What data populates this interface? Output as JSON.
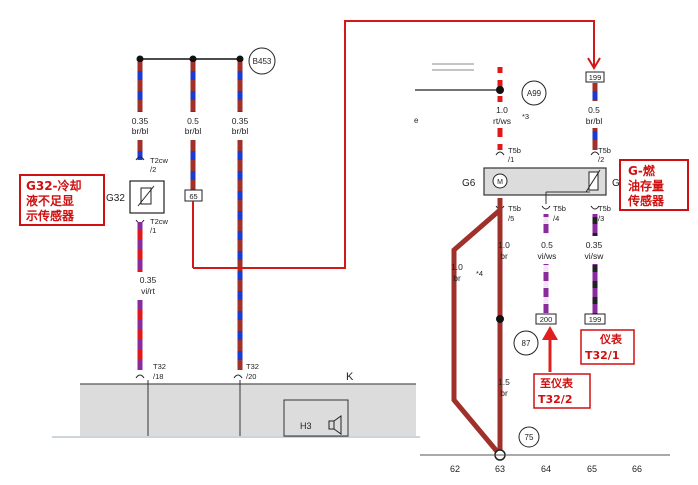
{
  "left": {
    "ref_b453": "B453",
    "wires": [
      {
        "gauge": "0.35",
        "color": "br/bl"
      },
      {
        "gauge": "0.5",
        "color": "br/bl"
      },
      {
        "gauge": "0.35",
        "color": "br/bl"
      }
    ],
    "g32_pin_top": "T2cw",
    "g32_pin_top_num": "/2",
    "g32_pin_bot": "T2cw",
    "g32_pin_bot_num": "/1",
    "g32_label": "G32",
    "g32_callout": [
      "G32-冷却",
      "液不足显",
      "示传感器"
    ],
    "box_65": "65",
    "lower_wire": {
      "gauge": "0.35",
      "color": "vi/rt"
    },
    "pin_18": "T32",
    "pin_18_num": "/18",
    "pin_20": "T32",
    "pin_20_num": "/20",
    "k_label": "K",
    "h3_label": "H3"
  },
  "right": {
    "stub": "e",
    "ref_a99": "A99",
    "wire_top_a": {
      "gauge": "1.0",
      "color": "rt/ws",
      "note": "*3"
    },
    "box_199_top": "199",
    "wire_top_b": {
      "gauge": "0.5",
      "color": "br/bl"
    },
    "t5b_1": "T5b",
    "t5b_1_num": "/1",
    "t5b_2": "T5b",
    "t5b_2_num": "/2",
    "g6_label": "G6",
    "g_cut": "G",
    "m_label": "M",
    "g_callout": [
      "G-燃",
      "油存量",
      "传感器"
    ],
    "t5b_5": "T5b",
    "t5b_5_num": "/5",
    "t5b_4": "T5b",
    "t5b_4_num": "/4",
    "t5b_3": "T5b",
    "t5b_3_num": "/3",
    "wire_br_diag": {
      "gauge": "1.0",
      "color": "br",
      "note": "*4"
    },
    "wire_br_main": {
      "gauge": "1.0",
      "color": "br"
    },
    "wire_viws": {
      "gauge": "0.5",
      "color": "vi/ws"
    },
    "wire_visw": {
      "gauge": "0.35",
      "color": "vi/sw"
    },
    "box_200": "200",
    "box_199_bot": "199",
    "ref_87": "87",
    "callout_t32_1": [
      "仪表",
      "T32/1"
    ],
    "callout_t32_2": [
      "至仪表",
      "T32/2"
    ],
    "wire_br_low": {
      "gauge": "1.5",
      "color": "br"
    },
    "ref_75": "75",
    "bottom_numbers": [
      "62",
      "63",
      "64",
      "65",
      "66"
    ]
  },
  "colors": {
    "wire_brown": "#a0302a",
    "wire_blue": "#1a3ad0",
    "wire_violet": "#8a2a9c",
    "wire_red": "#e01818",
    "callout_red": "#d01010",
    "panel_gray": "#dcdcdc"
  }
}
